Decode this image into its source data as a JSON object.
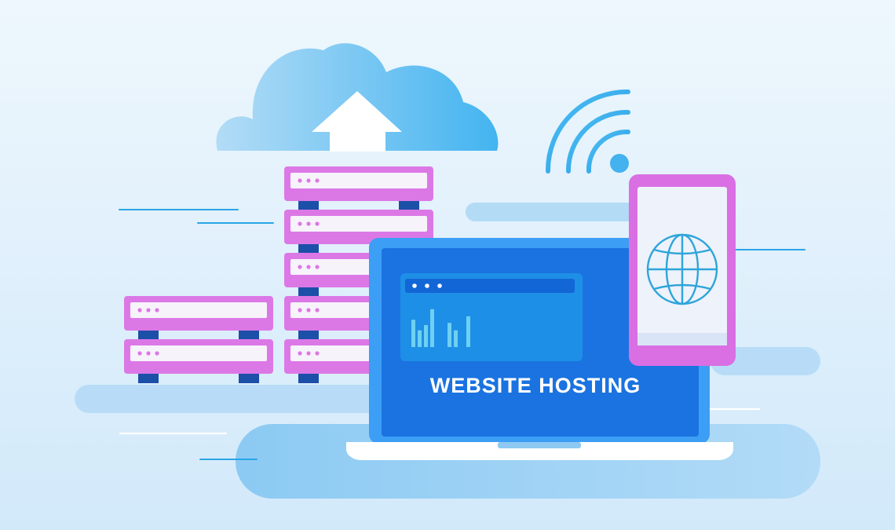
{
  "hero": {
    "title": "WEBSITE HOSTING"
  },
  "colors": {
    "background_top": "#eef7fd",
    "background_bottom": "#d2e9fa",
    "cloud_light": "#a8d6f5",
    "cloud_dark": "#4cb8f0",
    "server_pink": "#dc78e6",
    "server_slot": "#f7f3fb",
    "server_leg": "#1c4fa8",
    "laptop_frame": "#3c9ef5",
    "laptop_screen": "#1a73e0",
    "laptop_base": "#ffffff",
    "phone_frame": "#d96fe3",
    "phone_screen": "#eef2fa",
    "globe": "#2ea5da",
    "accent_line": "#2aa6e6"
  },
  "icons": [
    "cloud-upload-icon",
    "wifi-icon",
    "globe-icon",
    "bar-chart-icon",
    "server-rack-icon"
  ],
  "bar_chart": {
    "values": [
      0.62,
      0.38,
      0.5,
      0.86,
      0.55,
      0.38,
      0.7
    ]
  }
}
